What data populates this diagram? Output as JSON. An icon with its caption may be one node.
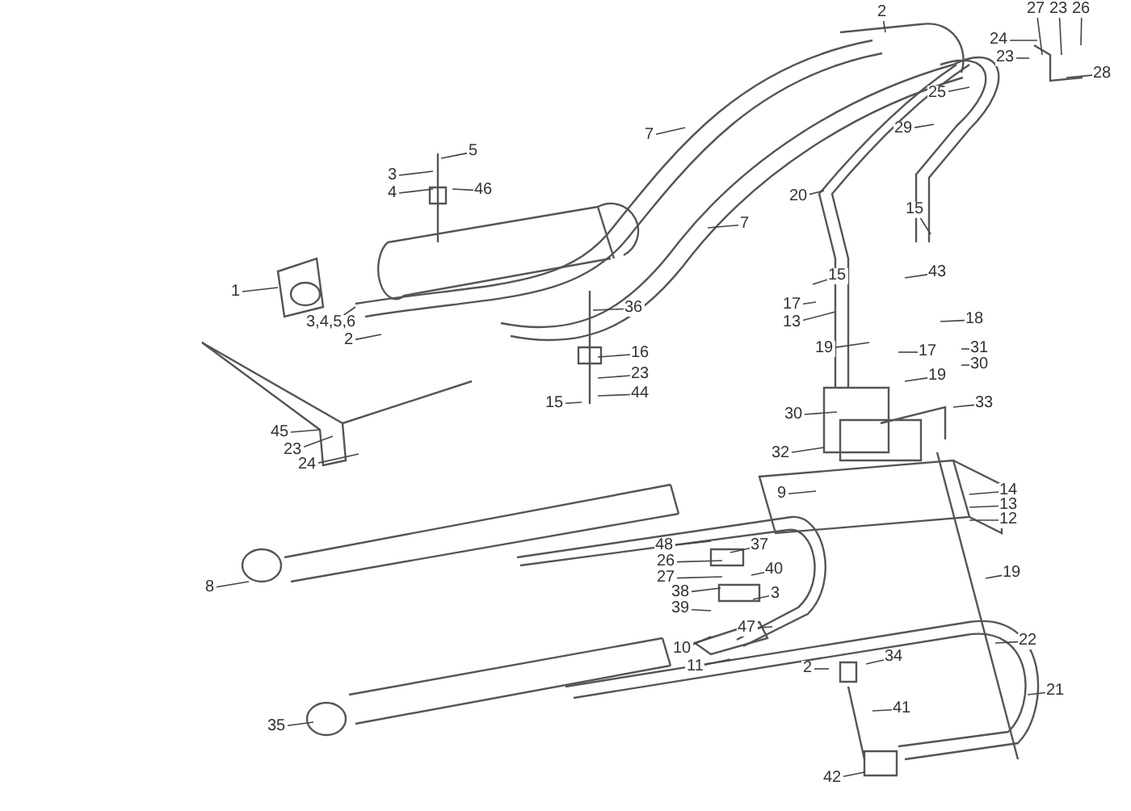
{
  "diagram": {
    "nodes": [
      {
        "text": [
          "1"
        ]
      },
      {
        "text": [
          "3"
        ]
      },
      {
        "text": [
          "4"
        ]
      },
      {
        "text": [
          "5"
        ]
      },
      {
        "text": [
          "46"
        ]
      },
      {
        "text": [
          "3,4,5,6"
        ]
      },
      {
        "text": [
          "2"
        ]
      },
      {
        "text": [
          "45"
        ]
      },
      {
        "text": [
          "23"
        ]
      },
      {
        "text": [
          "24"
        ]
      },
      {
        "text": [
          "15"
        ]
      },
      {
        "text": [
          "36"
        ]
      },
      {
        "text": [
          "16"
        ]
      },
      {
        "text": [
          "23"
        ]
      },
      {
        "text": [
          "44"
        ]
      },
      {
        "text": [
          "2"
        ]
      },
      {
        "text": [
          "7"
        ]
      },
      {
        "text": [
          "7"
        ]
      },
      {
        "text": [
          "24"
        ]
      },
      {
        "text": [
          "27"
        ]
      },
      {
        "text": [
          "23"
        ]
      },
      {
        "text": [
          "26"
        ]
      },
      {
        "text": [
          "23"
        ]
      },
      {
        "text": [
          "28"
        ]
      },
      {
        "text": [
          "25"
        ]
      },
      {
        "text": [
          "29"
        ]
      },
      {
        "text": [
          "20"
        ]
      },
      {
        "text": [
          "15"
        ]
      },
      {
        "text": [
          "15"
        ]
      },
      {
        "text": [
          "43"
        ]
      },
      {
        "text": [
          "17"
        ]
      },
      {
        "text": [
          "13"
        ]
      },
      {
        "text": [
          "18"
        ]
      },
      {
        "text": [
          "19"
        ]
      },
      {
        "text": [
          "17"
        ]
      },
      {
        "text": [
          "31"
        ]
      },
      {
        "text": [
          "30"
        ]
      },
      {
        "text": [
          "19"
        ]
      },
      {
        "text": [
          "33"
        ]
      },
      {
        "text": [
          "30"
        ]
      },
      {
        "text": [
          "32"
        ]
      },
      {
        "text": [
          "9"
        ]
      },
      {
        "text": [
          "14"
        ]
      },
      {
        "text": [
          "13"
        ]
      },
      {
        "text": [
          "12"
        ]
      },
      {
        "text": [
          "19"
        ]
      },
      {
        "text": [
          "8"
        ]
      },
      {
        "text": [
          "48"
        ]
      },
      {
        "text": [
          "37"
        ]
      },
      {
        "text": [
          "26"
        ]
      },
      {
        "text": [
          "40"
        ]
      },
      {
        "text": [
          "27"
        ]
      },
      {
        "text": [
          "38"
        ]
      },
      {
        "text": [
          "3"
        ]
      },
      {
        "text": [
          "39"
        ]
      },
      {
        "text": [
          "47"
        ]
      },
      {
        "text": [
          "10"
        ]
      },
      {
        "text": [
          "11"
        ]
      },
      {
        "text": [
          "2"
        ]
      },
      {
        "text": [
          "34"
        ]
      },
      {
        "text": [
          "22"
        ]
      },
      {
        "text": [
          "21"
        ]
      },
      {
        "text": [
          "41"
        ]
      },
      {
        "text": [
          "42"
        ]
      },
      {
        "text": [
          "35"
        ]
      }
    ],
    "edges": [
      {
        "from": 0,
        "to": null,
        "arrow": "none"
      },
      {
        "from": 1,
        "to": null,
        "arrow": "none"
      },
      {
        "from": 2,
        "to": null,
        "arrow": "none"
      },
      {
        "from": 3,
        "to": null,
        "arrow": "none"
      },
      {
        "from": 4,
        "to": null,
        "arrow": "none"
      },
      {
        "from": 5,
        "to": null,
        "arrow": "none"
      },
      {
        "from": 6,
        "to": null,
        "arrow": "none"
      },
      {
        "from": 7,
        "to": null,
        "arrow": "none"
      },
      {
        "from": 8,
        "to": null,
        "arrow": "none"
      },
      {
        "from": 9,
        "to": null,
        "arrow": "none"
      },
      {
        "from": 10,
        "to": null,
        "arrow": "none"
      },
      {
        "from": 11,
        "to": null,
        "arrow": "none"
      },
      {
        "from": 12,
        "to": null,
        "arrow": "none"
      },
      {
        "from": 13,
        "to": null,
        "arrow": "none"
      },
      {
        "from": 14,
        "to": null,
        "arrow": "none"
      },
      {
        "from": 15,
        "to": null,
        "arrow": "none"
      },
      {
        "from": 16,
        "to": null,
        "arrow": "none"
      },
      {
        "from": 17,
        "to": null,
        "arrow": "none"
      },
      {
        "from": 18,
        "to": null,
        "arrow": "none"
      },
      {
        "from": 19,
        "to": null,
        "arrow": "none"
      },
      {
        "from": 20,
        "to": null,
        "arrow": "none"
      },
      {
        "from": 21,
        "to": null,
        "arrow": "none"
      },
      {
        "from": 22,
        "to": null,
        "arrow": "none"
      },
      {
        "from": 23,
        "to": null,
        "arrow": "none"
      },
      {
        "from": 24,
        "to": null,
        "arrow": "none"
      },
      {
        "from": 25,
        "to": null,
        "arrow": "none"
      },
      {
        "from": 26,
        "to": null,
        "arrow": "none"
      },
      {
        "from": 27,
        "to": null,
        "arrow": "none"
      },
      {
        "from": 28,
        "to": null,
        "arrow": "none"
      },
      {
        "from": 29,
        "to": null,
        "arrow": "none"
      },
      {
        "from": 30,
        "to": null,
        "arrow": "none"
      },
      {
        "from": 31,
        "to": null,
        "arrow": "none"
      },
      {
        "from": 32,
        "to": null,
        "arrow": "none"
      },
      {
        "from": 33,
        "to": null,
        "arrow": "none"
      },
      {
        "from": 34,
        "to": null,
        "arrow": "none"
      },
      {
        "from": 35,
        "to": null,
        "arrow": "none"
      },
      {
        "from": 36,
        "to": null,
        "arrow": "none"
      },
      {
        "from": 37,
        "to": null,
        "arrow": "none"
      },
      {
        "from": 38,
        "to": null,
        "arrow": "none"
      },
      {
        "from": 39,
        "to": null,
        "arrow": "none"
      },
      {
        "from": 40,
        "to": null,
        "arrow": "none"
      },
      {
        "from": 41,
        "to": null,
        "arrow": "none"
      },
      {
        "from": 42,
        "to": null,
        "arrow": "none"
      },
      {
        "from": 43,
        "to": null,
        "arrow": "none"
      },
      {
        "from": 44,
        "to": null,
        "arrow": "none"
      },
      {
        "from": 45,
        "to": null,
        "arrow": "none"
      },
      {
        "from": 46,
        "to": null,
        "arrow": "none"
      },
      {
        "from": 47,
        "to": null,
        "arrow": "none"
      },
      {
        "from": 48,
        "to": null,
        "arrow": "none"
      },
      {
        "from": 49,
        "to": null,
        "arrow": "none"
      },
      {
        "from": 50,
        "to": null,
        "arrow": "none"
      },
      {
        "from": 51,
        "to": null,
        "arrow": "none"
      },
      {
        "from": 52,
        "to": null,
        "arrow": "none"
      },
      {
        "from": 53,
        "to": null,
        "arrow": "none"
      },
      {
        "from": 54,
        "to": null,
        "arrow": "none"
      },
      {
        "from": 55,
        "to": null,
        "arrow": "none"
      },
      {
        "from": 56,
        "to": null,
        "arrow": "none"
      },
      {
        "from": 57,
        "to": null,
        "arrow": "none"
      },
      {
        "from": 58,
        "to": null,
        "arrow": "none"
      },
      {
        "from": 59,
        "to": null,
        "arrow": "none"
      },
      {
        "from": 60,
        "to": null,
        "arrow": "none"
      },
      {
        "from": 61,
        "to": null,
        "arrow": "none"
      },
      {
        "from": 62,
        "to": null,
        "arrow": "none"
      },
      {
        "from": 63,
        "to": null,
        "arrow": "none"
      },
      {
        "from": 64,
        "to": null,
        "arrow": "none"
      }
    ]
  }
}
